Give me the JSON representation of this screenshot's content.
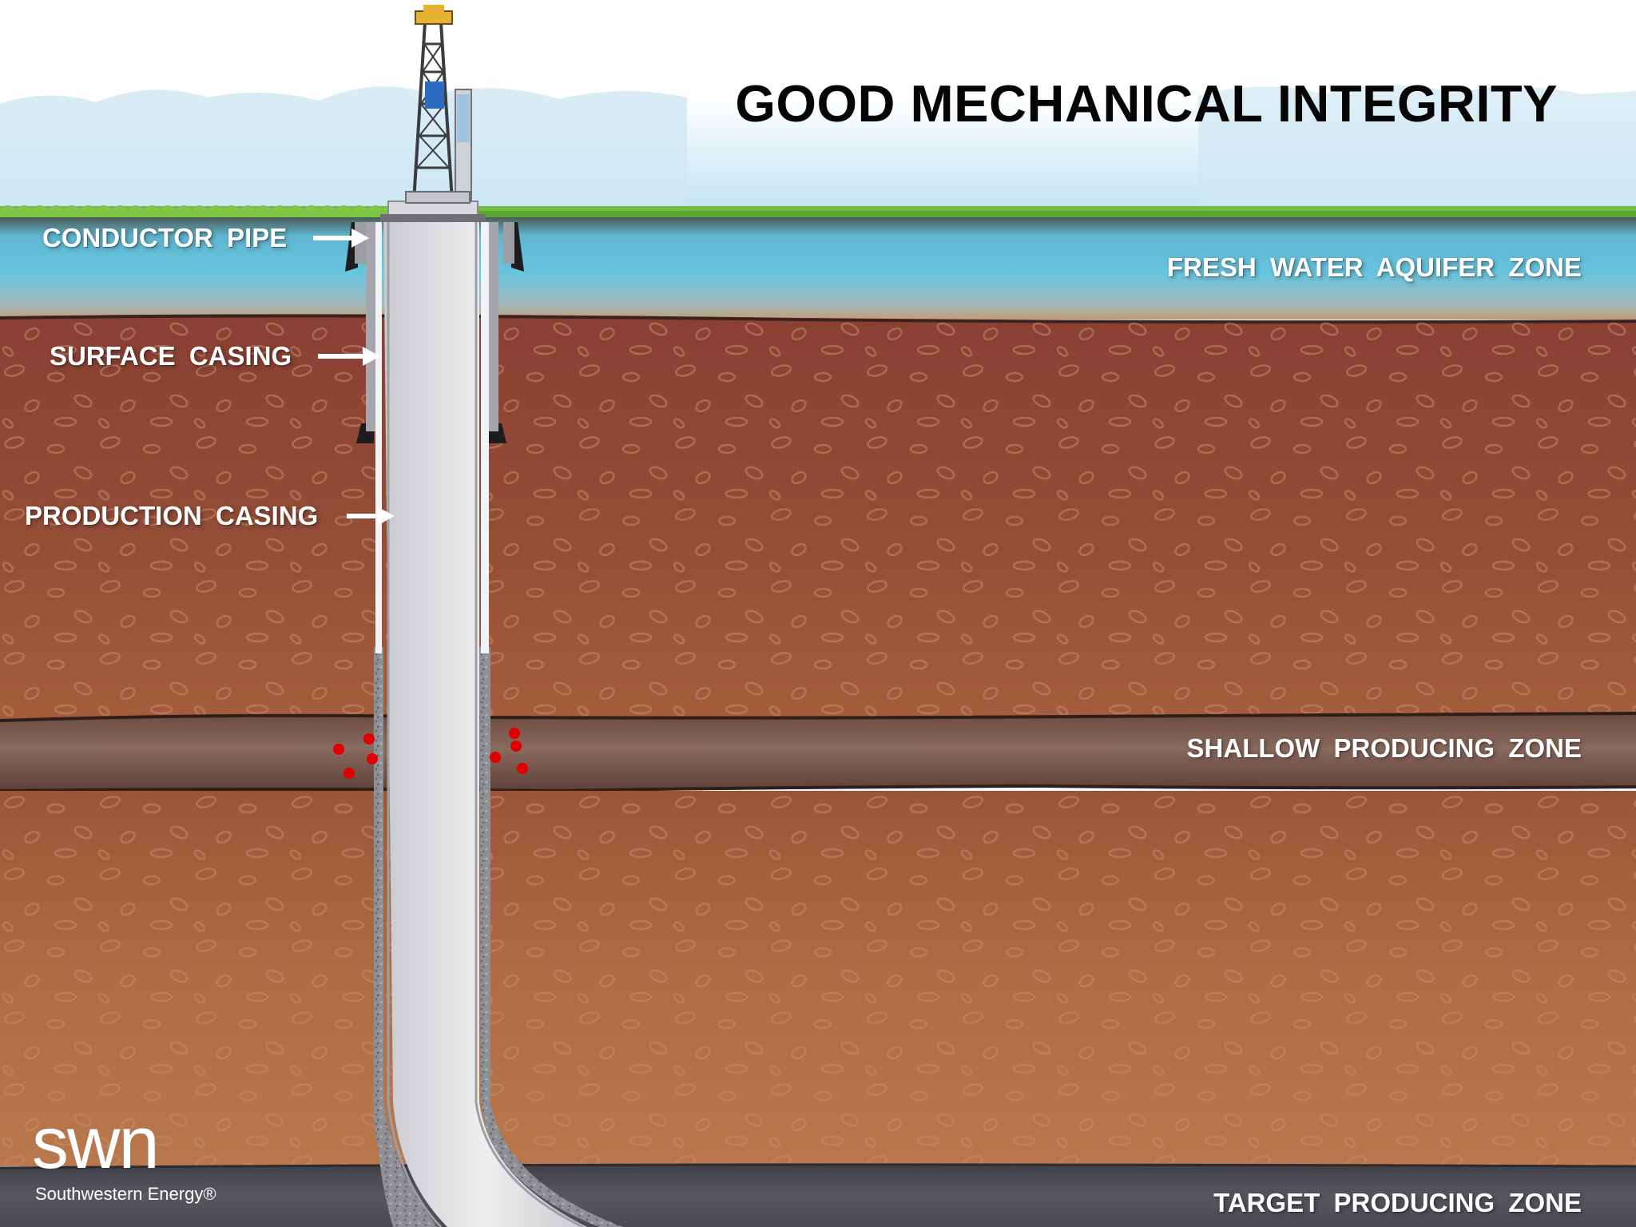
{
  "title": "GOOD MECHANICAL INTEGRITY",
  "labels": {
    "conductor_pipe": "CONDUCTOR PIPE",
    "surface_casing": "SURFACE CASING",
    "production_casing": "PRODUCTION CASING",
    "fresh_water": "FRESH WATER AQUIFER ZONE",
    "shallow_zone": "SHALLOW PRODUCING ZONE",
    "target_zone": "TARGET PRODUCING ZONE"
  },
  "logo": {
    "mark": "swn",
    "name": "Southwestern Energy®"
  },
  "colors": {
    "sky": "#d6ecf7",
    "grass": "#5fae2e",
    "aquifer": "#62c1dd",
    "rock": "#8c4634",
    "rock_deep": "#b06a44",
    "shallow_zone": "#7e5a4d",
    "target_zone": "#4b4c55",
    "casing": "#e4e5e8",
    "cement": "#8e8f94",
    "gas_bubble": "#e00000"
  },
  "icons": [
    "drilling-rig-icon",
    "arrow-right-icon"
  ]
}
